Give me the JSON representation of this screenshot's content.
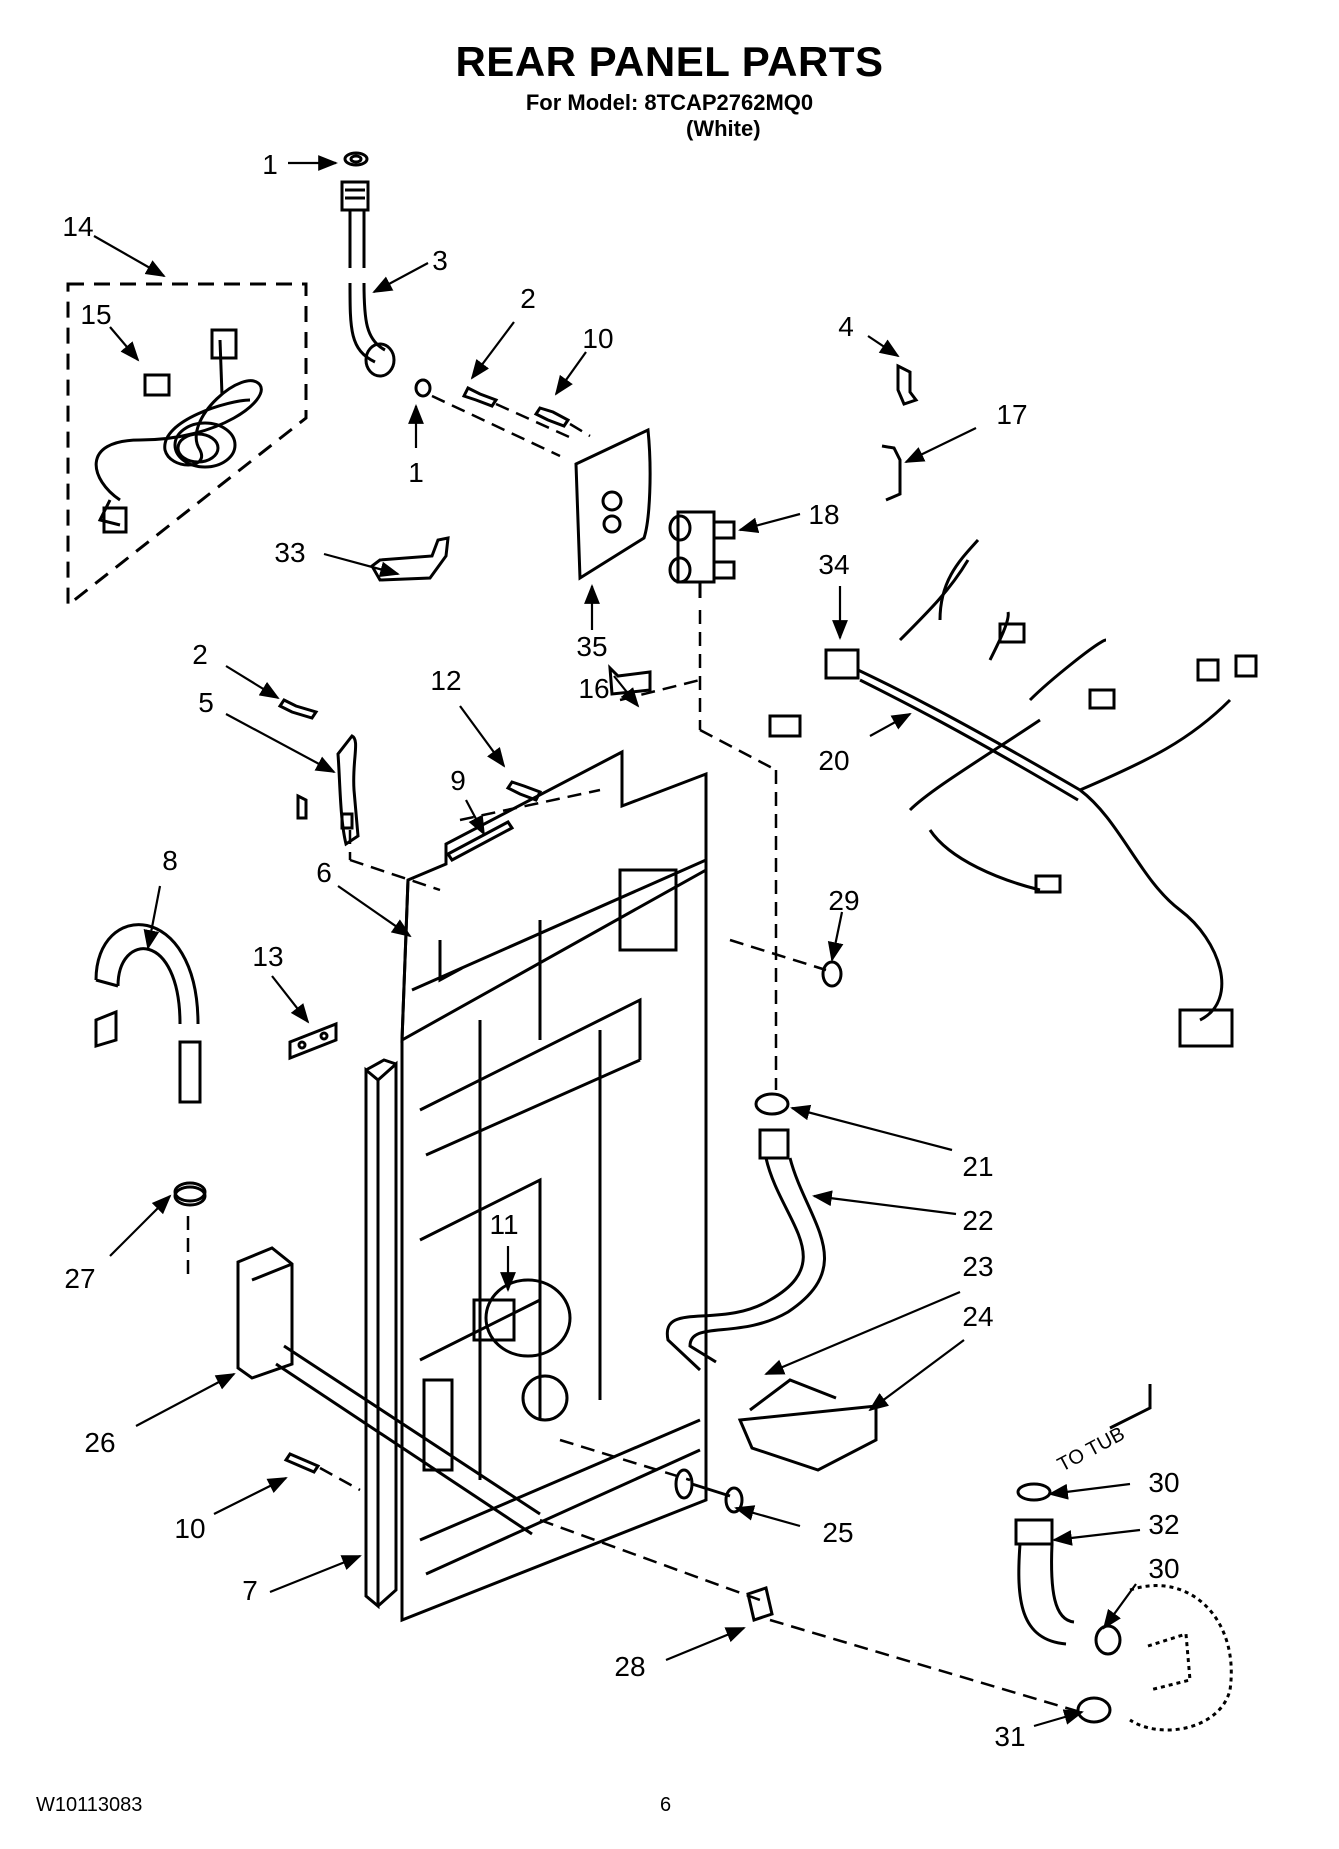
{
  "header": {
    "title": "REAR PANEL PARTS",
    "model_line": "For Model: 8TCAP2762MQ0",
    "color_line": "(White)"
  },
  "footer": {
    "document_number": "W10113083",
    "page_number": "6"
  },
  "annotations": {
    "to_tub": "TO TUB"
  },
  "callouts": {
    "c1a": "1",
    "c1b": "1",
    "c2a": "2",
    "c2b": "2",
    "c3": "3",
    "c4": "4",
    "c5": "5",
    "c6": "6",
    "c7": "7",
    "c8": "8",
    "c9": "9",
    "c10a": "10",
    "c10b": "10",
    "c11": "11",
    "c12": "12",
    "c13": "13",
    "c14": "14",
    "c15": "15",
    "c16": "16",
    "c17": "17",
    "c18": "18",
    "c20": "20",
    "c21": "21",
    "c22": "22",
    "c23": "23",
    "c24": "24",
    "c25": "25",
    "c26": "26",
    "c27": "27",
    "c28": "28",
    "c29": "29",
    "c30a": "30",
    "c30b": "30",
    "c31": "31",
    "c32": "32",
    "c33": "33",
    "c34": "34",
    "c35": "35"
  }
}
